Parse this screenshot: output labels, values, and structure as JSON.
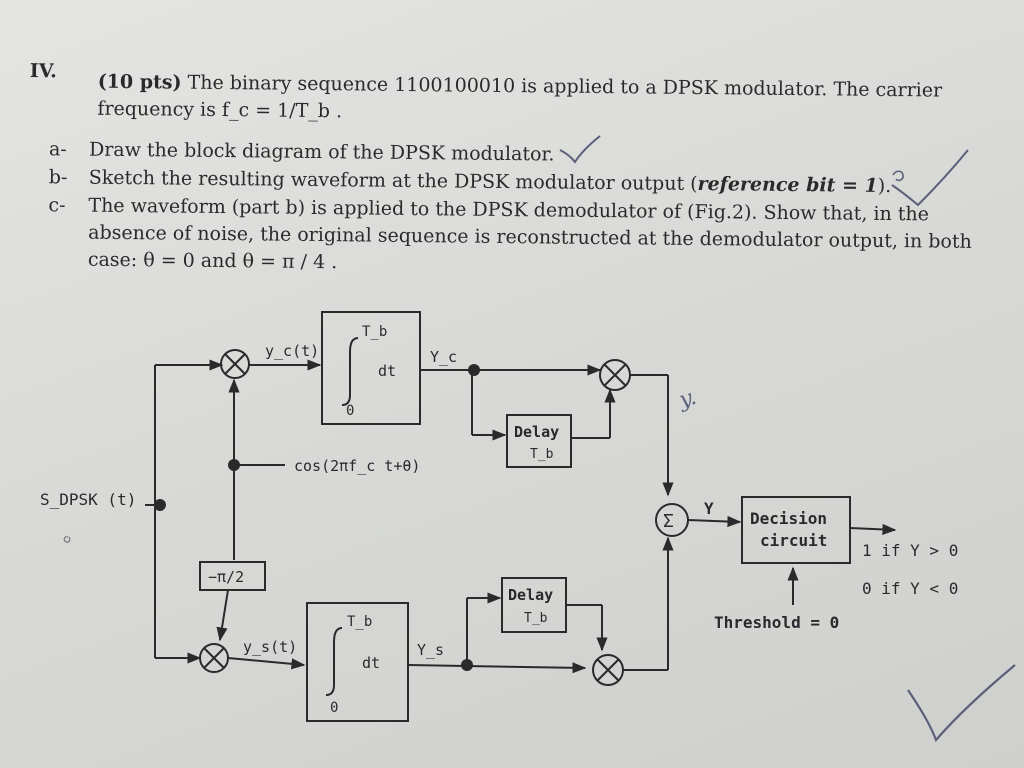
{
  "question": {
    "number": "IV.",
    "points": "(10 pts)",
    "stem_line1": "The binary sequence 1100100010 is applied to a DPSK modulator. The carrier",
    "stem_line2": "frequency is f_c = 1/T_b ."
  },
  "parts": [
    {
      "label": "a-",
      "text": "Draw the block diagram of the DPSK modulator."
    },
    {
      "label": "b-",
      "text_pre": "Sketch the resulting waveform at the DPSK modulator output (",
      "text_em": "reference bit = 1",
      "text_post": ")."
    },
    {
      "label": "c-",
      "line1": "The waveform (part b) is applied to the DPSK demodulator of (Fig.2). Show that, in the",
      "line2": "absence of noise, the original sequence is reconstructed at the demodulator output, in both",
      "line3": "case: θ = 0 and θ = π / 4 ."
    }
  ],
  "diagram": {
    "input_label": "S_DPSK (t)",
    "cos_label": "cos(2πf_c t+θ)",
    "phase_shift": "−π/2",
    "yc_signal": "y_c(t)",
    "ys_signal": "y_s(t)",
    "integrator_upper": "T_b",
    "integrator_lower": "0",
    "integrator_dt": "dt",
    "Yc_label": "Y_c",
    "Ys_label": "Y_s",
    "delay_label": "Delay",
    "delay_sub": "T_b",
    "sum_symbol": "Σ",
    "Y_label": "Y",
    "decision_line1": "Decision",
    "decision_line2": "circuit",
    "out_one": "1 if Y > 0",
    "out_zero": "0 if Y < 0",
    "threshold": "Threshold = 0",
    "margin_note": "y."
  },
  "colors": {
    "ink": "#2a2a2c",
    "pencil": "#5a5f7a",
    "paper": "#dcdddb"
  }
}
